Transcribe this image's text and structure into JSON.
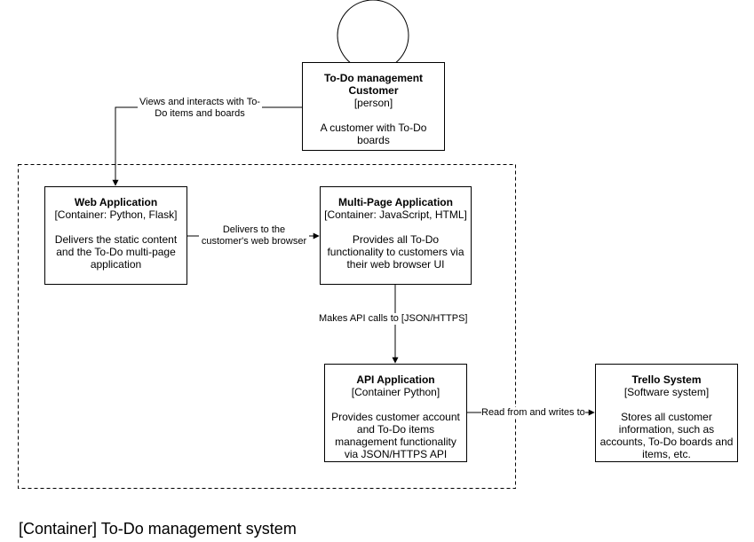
{
  "person": {
    "title": "To-Do management Customer",
    "type": "[person]",
    "description": "A customer with To-Do boards"
  },
  "web_app": {
    "title": "Web Application",
    "tech": "[Container: Python, Flask]",
    "description": "Delivers the static content and the To-Do multi-page application"
  },
  "mpa": {
    "title": "Multi-Page Application",
    "tech": "[Container: JavaScript, HTML]",
    "description": "Provides all To-Do functionality to customers via their web browser UI"
  },
  "api_app": {
    "title": "API Application",
    "tech": "[Container Python]",
    "description": "Provides customer account and To-Do items management functionality via JSON/HTTPS API"
  },
  "trello": {
    "title": "Trello System",
    "tech": "[Software system]",
    "description": "Stores all customer information, such as accounts, To-Do boards and items, etc."
  },
  "edges": {
    "person_to_web": "Views and interacts with To-Do items and boards",
    "web_to_mpa": "Delivers to the customer's web browser",
    "mpa_to_api": "Makes API calls to [JSON/HTTPS]",
    "api_to_trello": "Read from and writes to"
  },
  "boundary": {
    "label": "[Container] To-Do management system"
  }
}
